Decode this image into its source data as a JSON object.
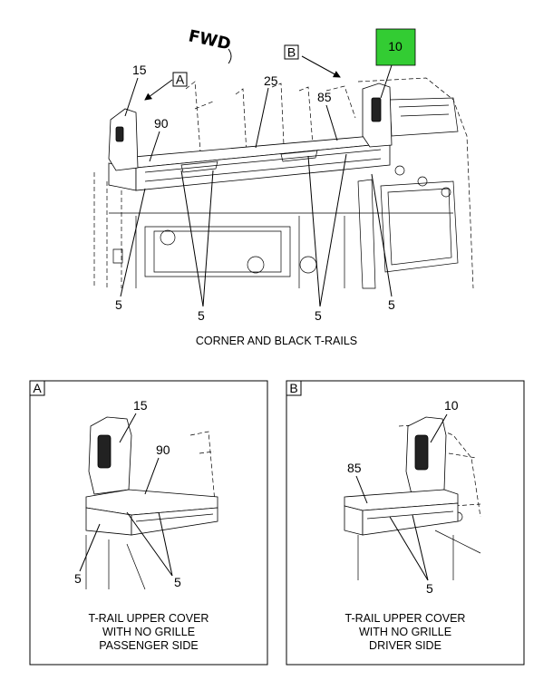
{
  "main": {
    "fwd_label": "FWD",
    "view_a_tag": "A",
    "view_b_tag": "B",
    "callouts": {
      "c15": "15",
      "c90": "90",
      "c25": "25",
      "c85": "85",
      "c10": "10",
      "c5a": "5",
      "c5b": "5",
      "c5c": "5",
      "c5d": "5"
    },
    "highlight_color": "#33cc33",
    "caption": "CORNER AND BLACK T-RAILS"
  },
  "detail_a": {
    "tag": "A",
    "callouts": {
      "c15": "15",
      "c90": "90",
      "c5a": "5",
      "c5b": "5"
    },
    "caption_lines": [
      "T-RAIL UPPER COVER",
      "WITH NO GRILLE",
      "PASSENGER SIDE"
    ]
  },
  "detail_b": {
    "tag": "B",
    "callouts": {
      "c10": "10",
      "c85": "85",
      "c5": "5"
    },
    "caption_lines": [
      "T-RAIL UPPER COVER",
      "WITH NO GRILLE",
      "DRIVER SIDE"
    ]
  }
}
